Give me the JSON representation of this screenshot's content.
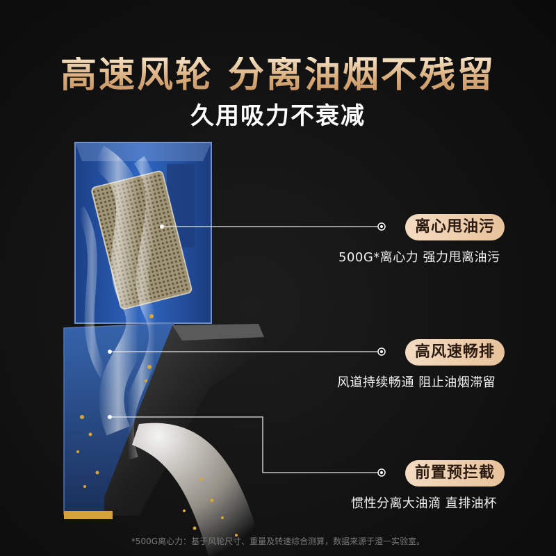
{
  "headline": "高速风轮 分离油烟不残留",
  "subheadline": "久用吸力不衰减",
  "features": [
    {
      "label": "离心甩油污",
      "description": "500G*离心力 强力甩离油污"
    },
    {
      "label": "高风速畅排",
      "description": "风道持续畅通 阻止油烟滞留"
    },
    {
      "label": "前置预拦截",
      "description": "惯性分离大油滴 直排油杯"
    }
  ],
  "footnote": "*500G离心力：基于风轮尺寸、重量及转速综合测算，数据来源于澄一实验室。",
  "colors": {
    "background": "#121212",
    "headline_gold": "#e2b98a",
    "badge": "#efd2b2",
    "hood_blue": "#2b5fb0",
    "oil_gold": "#d7a53a"
  }
}
